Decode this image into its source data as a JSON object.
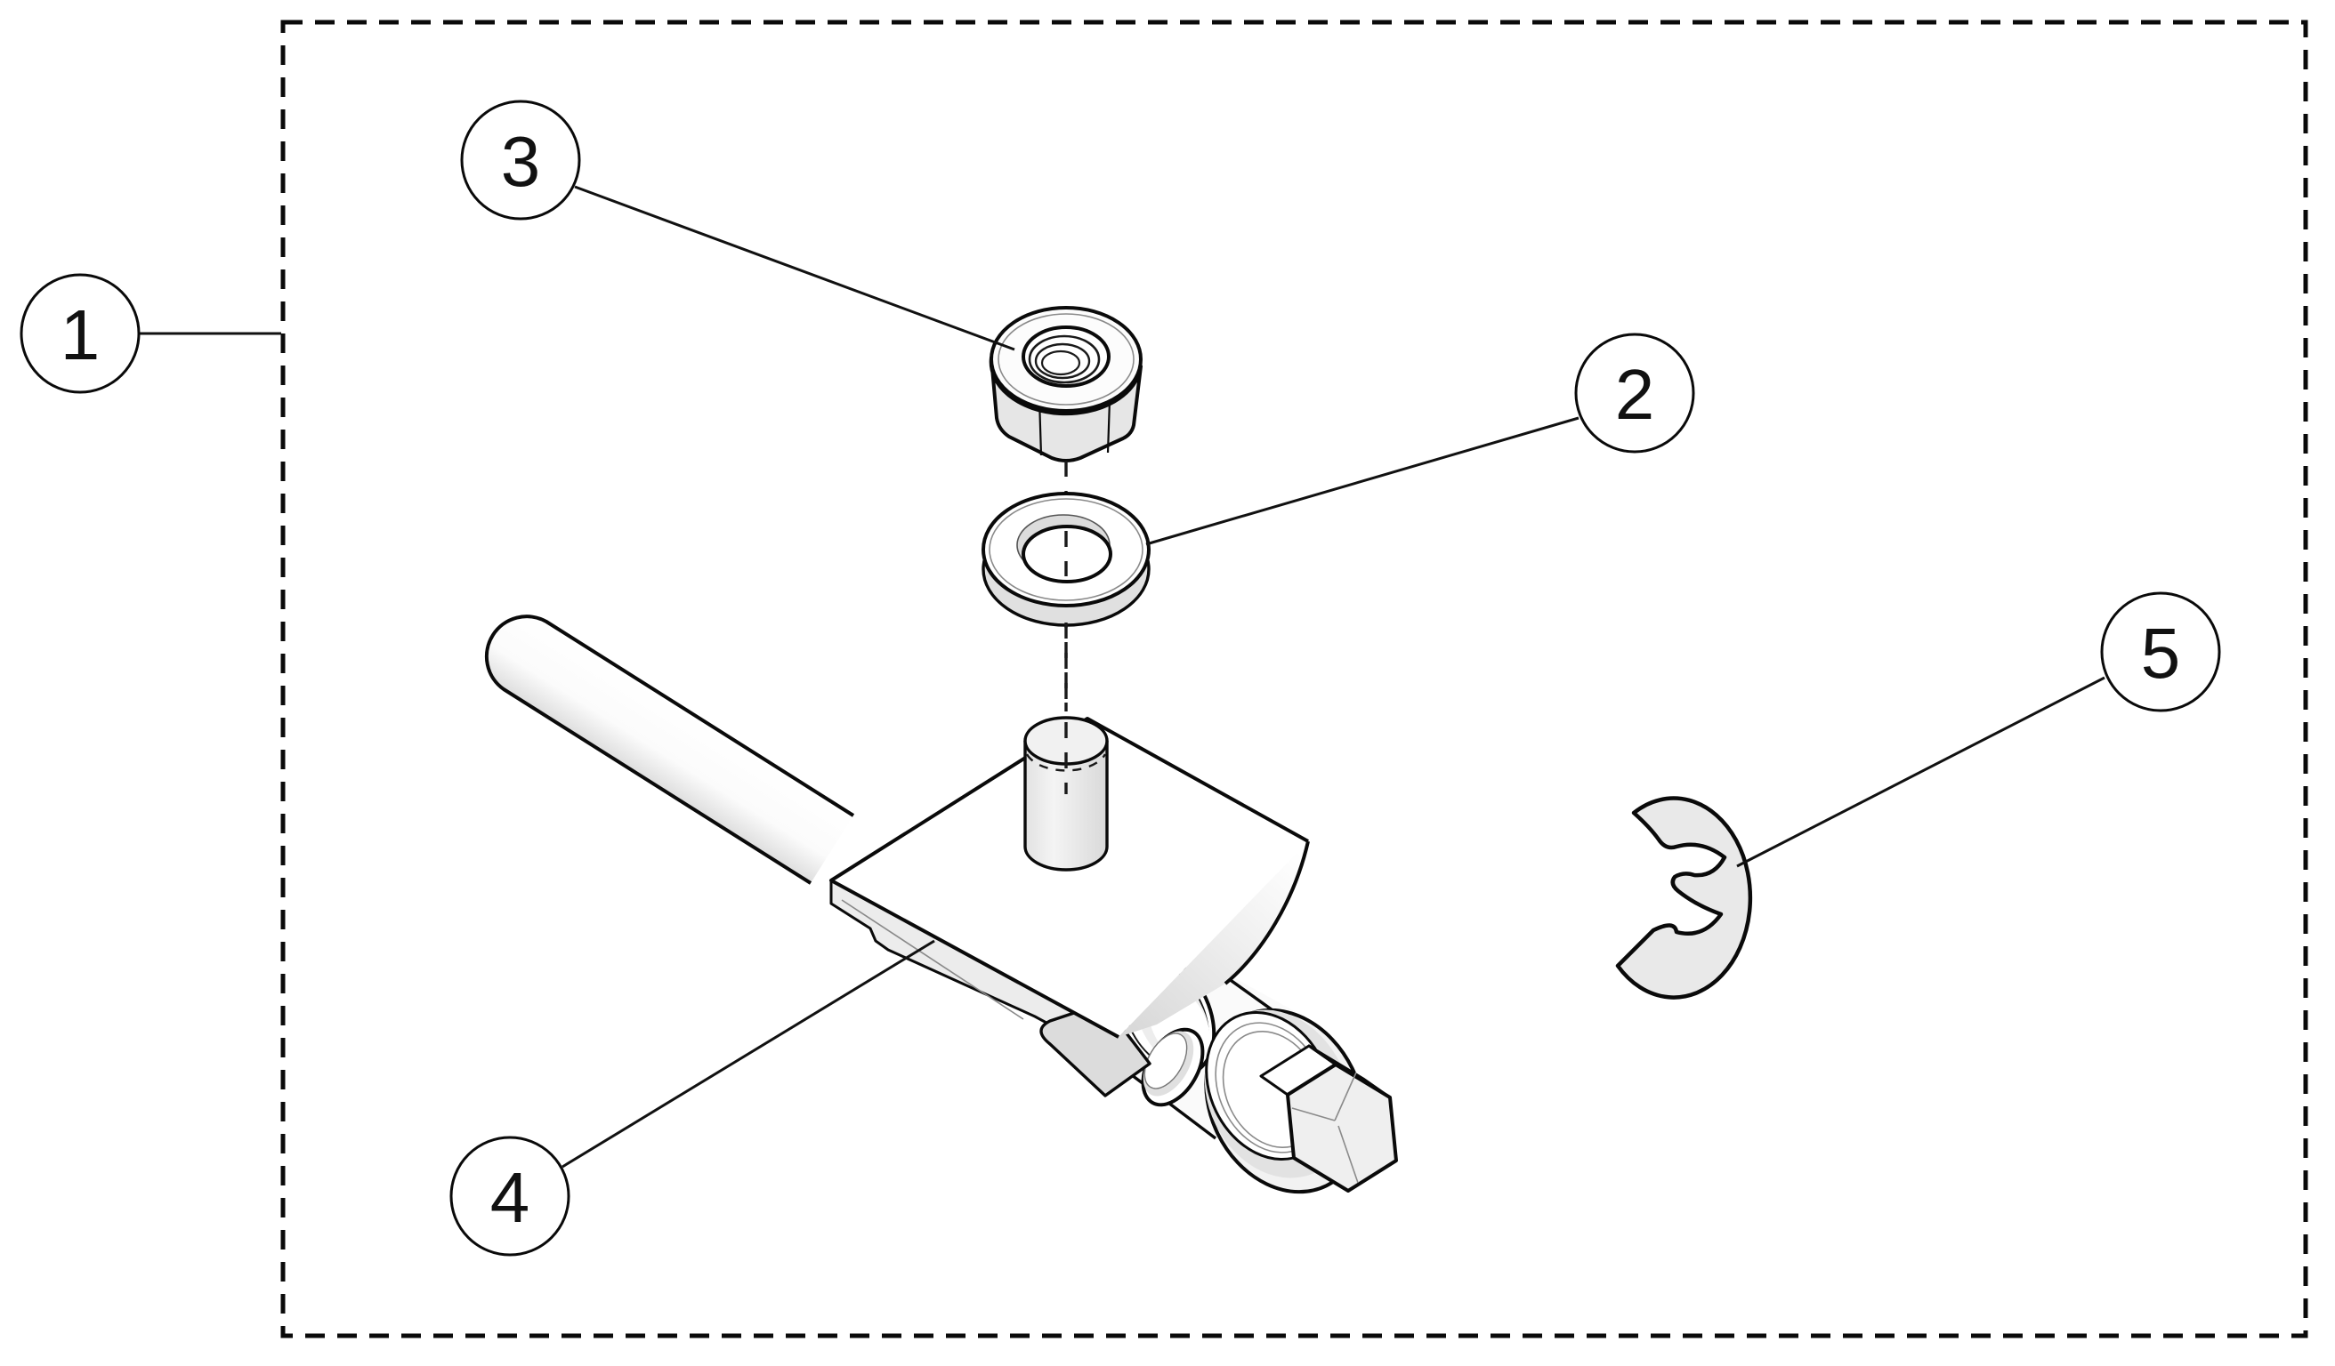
{
  "diagram": {
    "kind": "exploded-parts-diagram",
    "background_color": "#ffffff",
    "outline_color": "#0a0a0a",
    "shade_color": "#e8e8e8",
    "boundary_style": "dashed-rectangle",
    "callouts": [
      {
        "number": "1",
        "part": "assembly-boundary"
      },
      {
        "number": "2",
        "part": "flat-washer"
      },
      {
        "number": "3",
        "part": "hex-lock-nut"
      },
      {
        "number": "4",
        "part": "bracket-lever-assembly"
      },
      {
        "number": "5",
        "part": "e-clip-retainer"
      }
    ]
  }
}
